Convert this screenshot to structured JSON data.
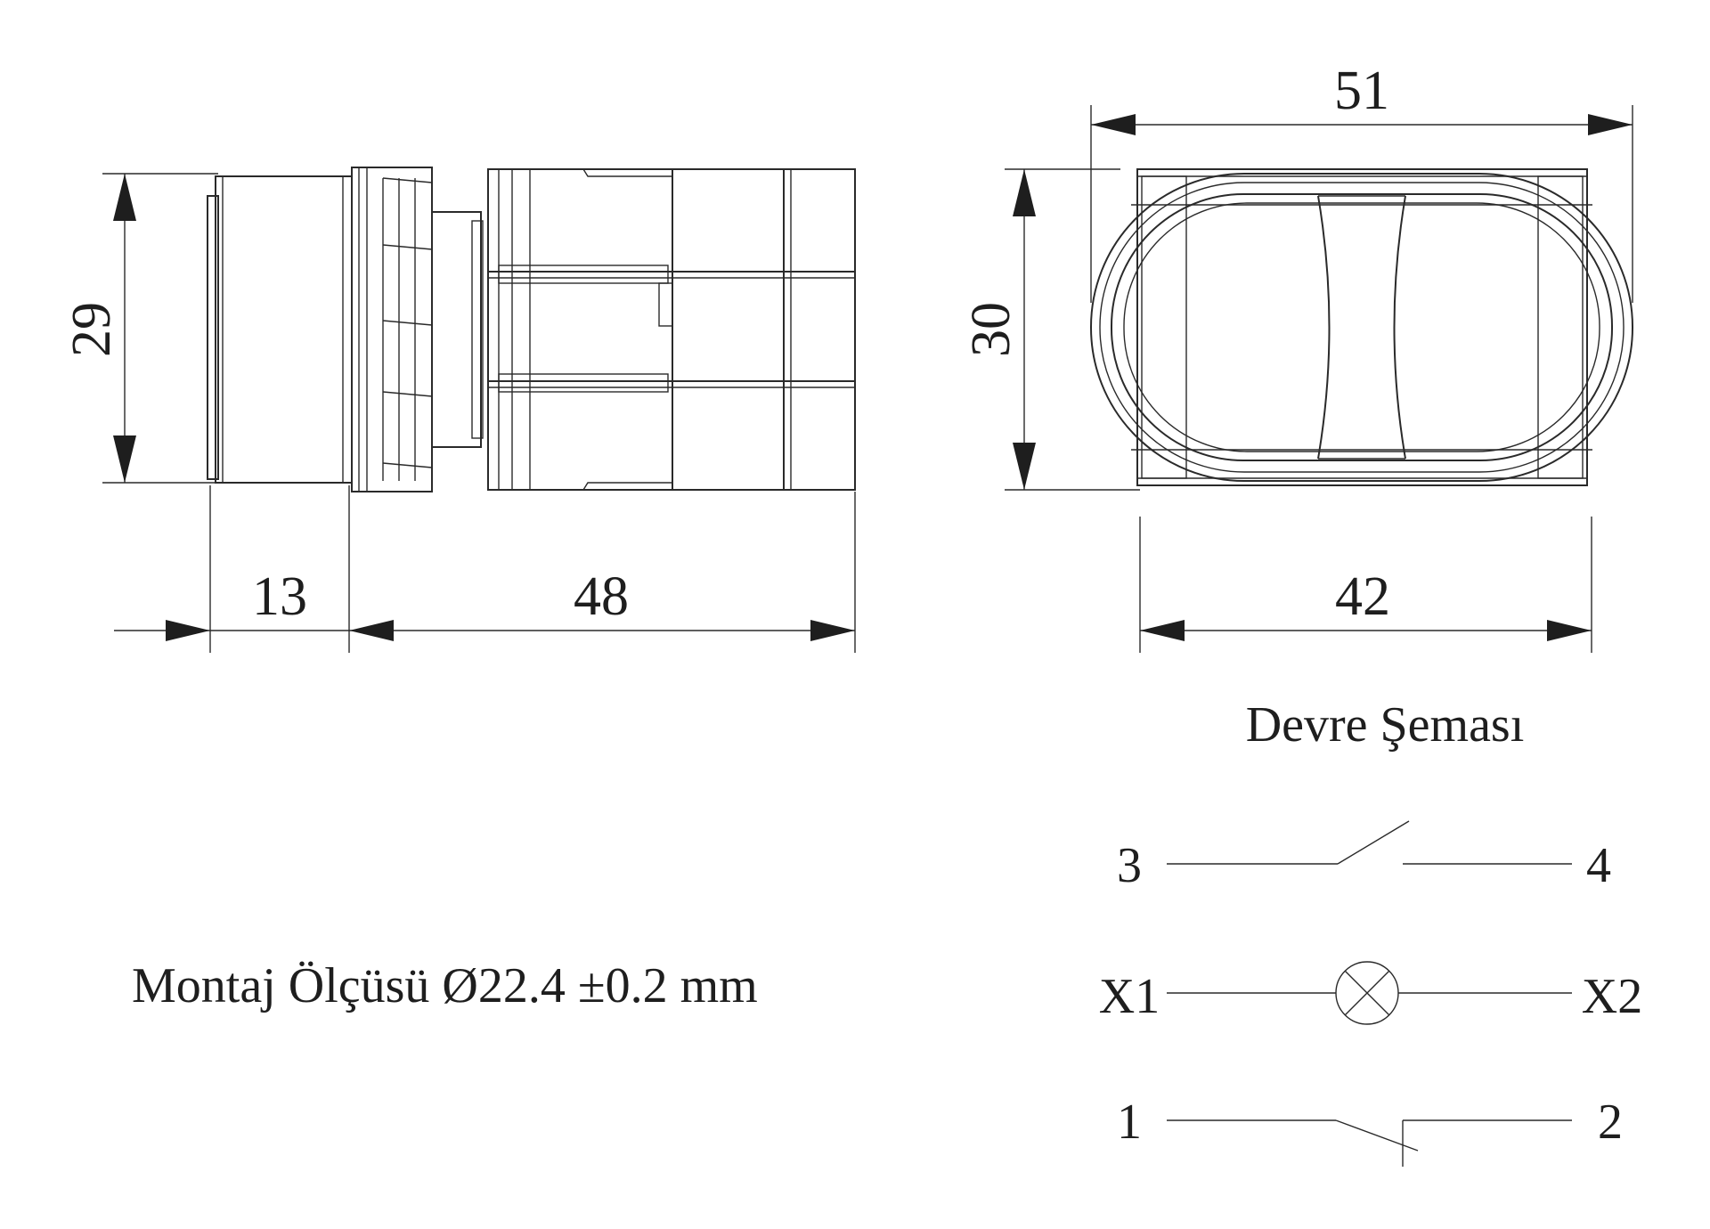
{
  "dimensions": {
    "side_height": "29",
    "front_depth": "13",
    "body_length": "48",
    "top_width": "51",
    "top_height": "30",
    "bottom_width": "42"
  },
  "labels": {
    "circuit_title": "Devre Şeması",
    "mounting": "Montaj Ölçüsü Ø22.4 ±0.2 mm"
  },
  "terminals": {
    "no_left": "3",
    "no_right": "4",
    "lamp_left": "X1",
    "lamp_right": "X2",
    "nc_left": "1",
    "nc_right": "2"
  }
}
